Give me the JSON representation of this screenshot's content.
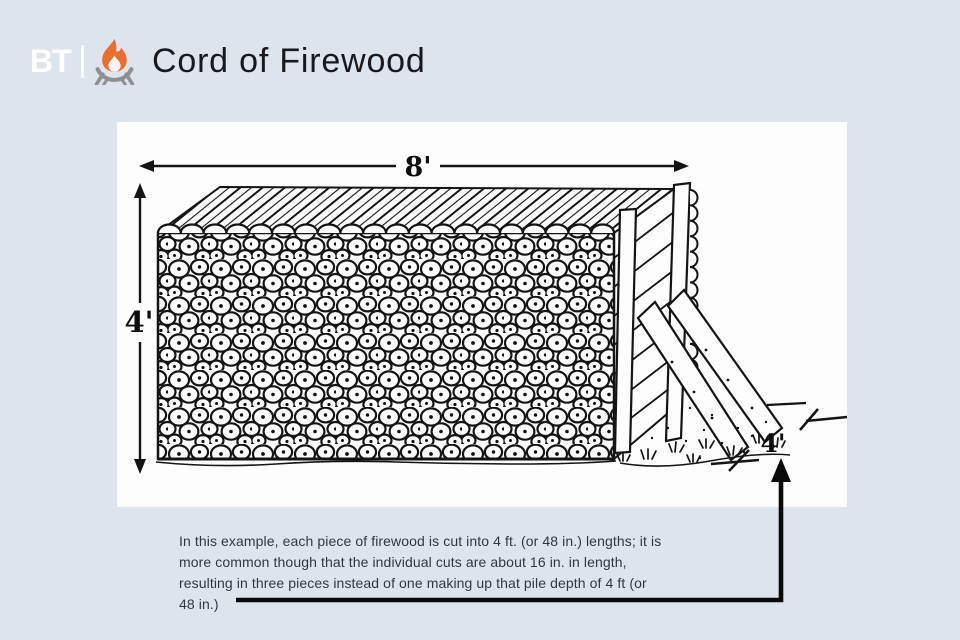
{
  "page": {
    "background_color": "#dee4eb",
    "panel_color": "#fdfdfd"
  },
  "header": {
    "logo_text": "BT",
    "logo_divider": "|",
    "logo_icon": "campfire-icon",
    "title": "Cord of Firewood"
  },
  "diagram": {
    "width_label": "8'",
    "height_label": "4'",
    "depth_label": "4'"
  },
  "caption": {
    "lines": [
      "In this example, each piece of firewood is cut into 4 ft. (or 48 in.) lengths; it is",
      "more common though that the individual cuts are about 16 in. in length,",
      "resulting in three pieces instead of one making up that pile depth of 4 ft (or",
      "48 in.)"
    ]
  },
  "colors": {
    "flame_orange": "#e96f2e",
    "brazier_gray": "#8d8f92",
    "ink_black": "#141414",
    "title_text": "#17191c",
    "caption_text": "#2f3842",
    "logo_white": "#ffffff"
  }
}
